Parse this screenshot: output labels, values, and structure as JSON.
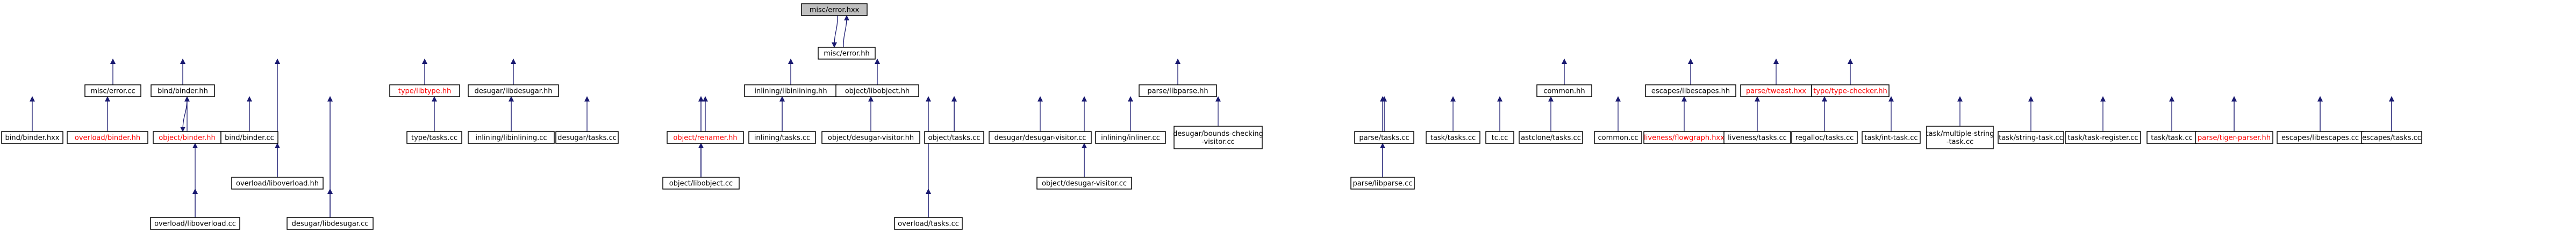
{
  "colors": {
    "edge": "#191970",
    "border": "#000000",
    "text": "#000000",
    "link_text": "#ff0000",
    "root_fill": "#bfbfbf",
    "node_fill": "#ffffff"
  },
  "graph": {
    "nodes": [
      {
        "id": "n0",
        "label": "misc/error.hxx",
        "style": "root"
      },
      {
        "id": "n1",
        "label": "misc/error.hh",
        "style": "normal"
      },
      {
        "id": "n2",
        "label": "misc/error.cc",
        "style": "normal"
      },
      {
        "id": "n3",
        "label": "bind/binder.hh",
        "style": "normal"
      },
      {
        "id": "n4",
        "label": "type/libtype.hh",
        "style": "link"
      },
      {
        "id": "n5",
        "label": "desugar/libdesugar.hh",
        "style": "normal"
      },
      {
        "id": "n6",
        "label": "inlining/libinlining.hh",
        "style": "normal"
      },
      {
        "id": "n7",
        "label": "object/libobject.hh",
        "style": "normal"
      },
      {
        "id": "n8",
        "label": "parse/libparse.hh",
        "style": "normal"
      },
      {
        "id": "n9",
        "label": "common.hh",
        "style": "normal"
      },
      {
        "id": "n10",
        "label": "escapes/libescapes.hh",
        "style": "normal"
      },
      {
        "id": "n11",
        "label": "parse/tweast.hxx",
        "style": "link"
      },
      {
        "id": "n12",
        "label": "type/type-checker.hh",
        "style": "link"
      },
      {
        "id": "n13",
        "label": "bind/binder.hxx",
        "style": "normal"
      },
      {
        "id": "n14",
        "label": "overload/binder.hh",
        "style": "link"
      },
      {
        "id": "n15",
        "label": "object/binder.hh",
        "style": "link"
      },
      {
        "id": "n16",
        "label": "bind/binder.cc",
        "style": "normal"
      },
      {
        "id": "n17",
        "label": "type/tasks.cc",
        "style": "normal"
      },
      {
        "id": "n18",
        "label": "inlining/libinlining.cc",
        "style": "normal"
      },
      {
        "id": "n19",
        "label": "desugar/tasks.cc",
        "style": "normal"
      },
      {
        "id": "n20",
        "label": "object/renamer.hh",
        "style": "link"
      },
      {
        "id": "n21",
        "label": "inlining/tasks.cc",
        "style": "normal"
      },
      {
        "id": "n22",
        "label": "object/desugar-visitor.hh",
        "style": "normal"
      },
      {
        "id": "n23",
        "label": "object/tasks.cc",
        "style": "normal"
      },
      {
        "id": "n24",
        "label": "desugar/desugar-visitor.cc",
        "style": "normal"
      },
      {
        "id": "n25",
        "label": "inlining/inliner.cc",
        "style": "normal"
      },
      {
        "id": "n26",
        "label": "desugar/bounds-checking-visitor.cc",
        "style": "normal"
      },
      {
        "id": "n27",
        "label": "parse/tasks.cc",
        "style": "normal"
      },
      {
        "id": "n28",
        "label": "task/tasks.cc",
        "style": "normal"
      },
      {
        "id": "n29",
        "label": "tc.cc",
        "style": "normal"
      },
      {
        "id": "n30",
        "label": "astclone/tasks.cc",
        "style": "normal"
      },
      {
        "id": "n31",
        "label": "common.cc",
        "style": "normal"
      },
      {
        "id": "n32",
        "label": "liveness/flowgraph.hxx",
        "style": "link"
      },
      {
        "id": "n33",
        "label": "liveness/tasks.cc",
        "style": "normal"
      },
      {
        "id": "n34",
        "label": "regalloc/tasks.cc",
        "style": "normal"
      },
      {
        "id": "n35",
        "label": "task/int-task.cc",
        "style": "normal"
      },
      {
        "id": "n36",
        "label": "task/multiple-string-task.cc",
        "style": "normal"
      },
      {
        "id": "n37",
        "label": "task/string-task.cc",
        "style": "normal"
      },
      {
        "id": "n38",
        "label": "task/task-register.cc",
        "style": "normal"
      },
      {
        "id": "n39",
        "label": "task/task.cc",
        "style": "normal"
      },
      {
        "id": "n40",
        "label": "parse/tiger-parser.hh",
        "style": "link"
      },
      {
        "id": "n41",
        "label": "escapes/libescapes.cc",
        "style": "normal"
      },
      {
        "id": "n42",
        "label": "escapes/tasks.cc",
        "style": "normal"
      },
      {
        "id": "n43",
        "label": "overload/liboverload.hh",
        "style": "normal"
      },
      {
        "id": "n44",
        "label": "object/libobject.cc",
        "style": "normal"
      },
      {
        "id": "n45",
        "label": "object/desugar-visitor.cc",
        "style": "normal"
      },
      {
        "id": "n46",
        "label": "parse/libparse.cc",
        "style": "normal"
      },
      {
        "id": "n47",
        "label": "overload/liboverload.cc",
        "style": "normal"
      },
      {
        "id": "n48",
        "label": "desugar/libdesugar.cc",
        "style": "normal"
      },
      {
        "id": "n49",
        "label": "overload/tasks.cc",
        "style": "normal"
      }
    ]
  }
}
